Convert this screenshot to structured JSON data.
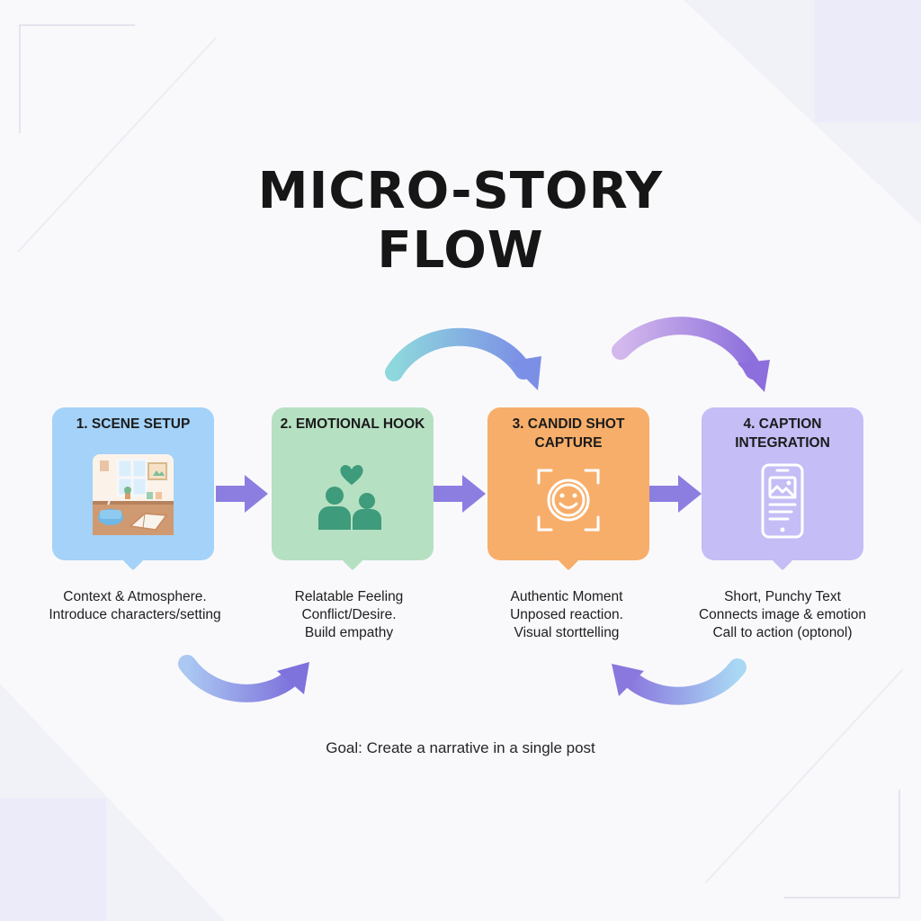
{
  "title": {
    "line1": "MICRO-STORY",
    "line2": "FLOW"
  },
  "steps": [
    {
      "title": "1. SCENE SETUP",
      "color": "#a4d2f8",
      "icon": "cozy-scene-icon",
      "desc": [
        "Context & Atmosphere.",
        "Introduce characters/setting"
      ]
    },
    {
      "title": "2. EMOTIONAL HOOK",
      "color": "#b6e0c2",
      "icon": "people-heart-icon",
      "desc": [
        "Relatable Feeling",
        "Conflict/Desire.",
        "Build empathy"
      ]
    },
    {
      "title": "3. CANDID SHOT CAPTURE",
      "color": "#f7ae6a",
      "icon": "smile-viewfinder-icon",
      "desc": [
        "Authentic Moment",
        "Unposed reaction.",
        "Visual storttelling"
      ]
    },
    {
      "title": "4. CAPTION INTEGRATION",
      "color": "#c4bdf6",
      "icon": "smartphone-post-icon",
      "desc": [
        "Short, Punchy Text",
        "Connects image & emotion",
        "Call to action (optonol)"
      ]
    }
  ],
  "footer": "Goal: Create a narrative in a single post",
  "colors": {
    "arrow": "#8b7ee0",
    "teal": "#8ed8dd",
    "blue": "#7c8fe6",
    "lavender": "#d3b8ec",
    "purple": "#8c6fdc"
  }
}
